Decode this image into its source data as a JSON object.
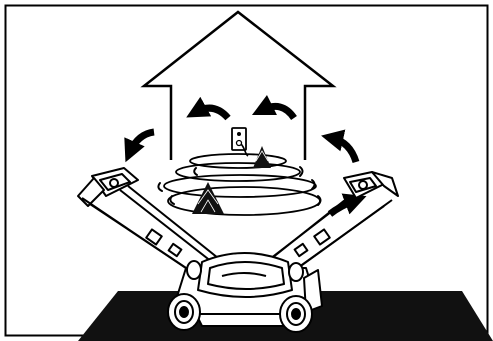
{
  "figure": {
    "description_free": true,
    "colors": {
      "ink": "#000000",
      "paper": "#ffffff",
      "frame": "#000000"
    },
    "icons": [
      "house-outline",
      "power-outlet-icon",
      "spiral-mowing-path",
      "shrub-icon",
      "mower-left-handle",
      "mower-right-handle",
      "lawn-mower-front",
      "curved-arrow-icon"
    ]
  }
}
